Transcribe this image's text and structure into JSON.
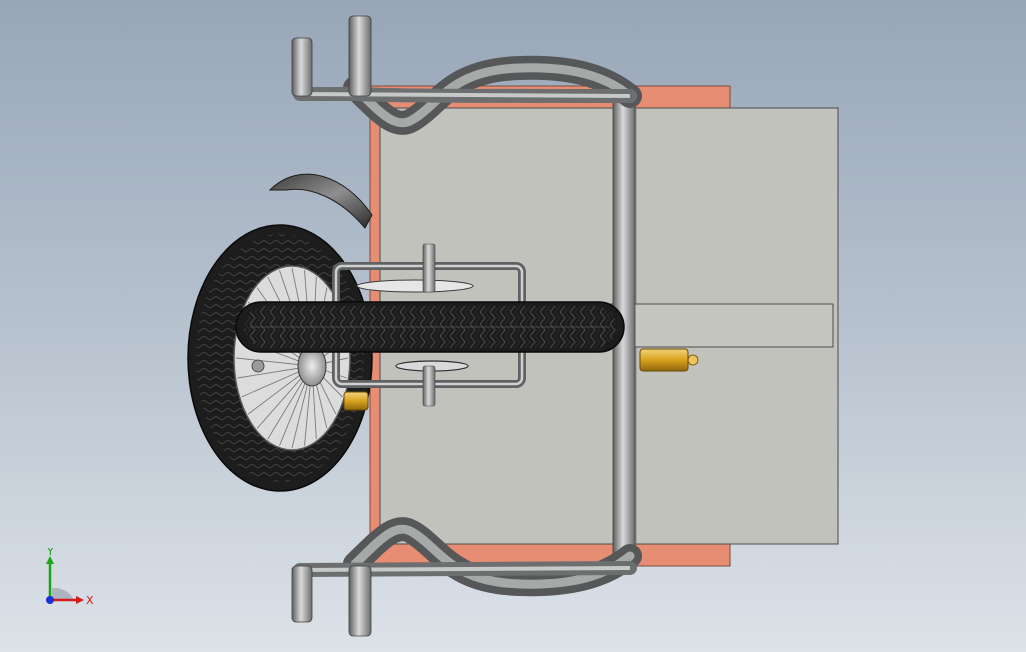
{
  "viewport": {
    "background_top": "#98a6b8",
    "background_bottom": "#dde2e8"
  },
  "model": {
    "parts": [
      "frame-tube",
      "cargo-platform",
      "rear-deck",
      "front-wheel",
      "tire",
      "spokes",
      "fender",
      "fork",
      "axle-plate",
      "brass-fitting"
    ],
    "colors": {
      "tube": "#8c8e8f",
      "platform": "#c2c2bc",
      "salmon": "#e78d74",
      "tire": "#1d1d1d",
      "brass": "#d8a21e"
    }
  },
  "triad": {
    "x_label": "X",
    "y_label": "Y",
    "x_color": "#d41c1c",
    "y_color": "#17a417",
    "z_color": "#1b2fd6"
  }
}
